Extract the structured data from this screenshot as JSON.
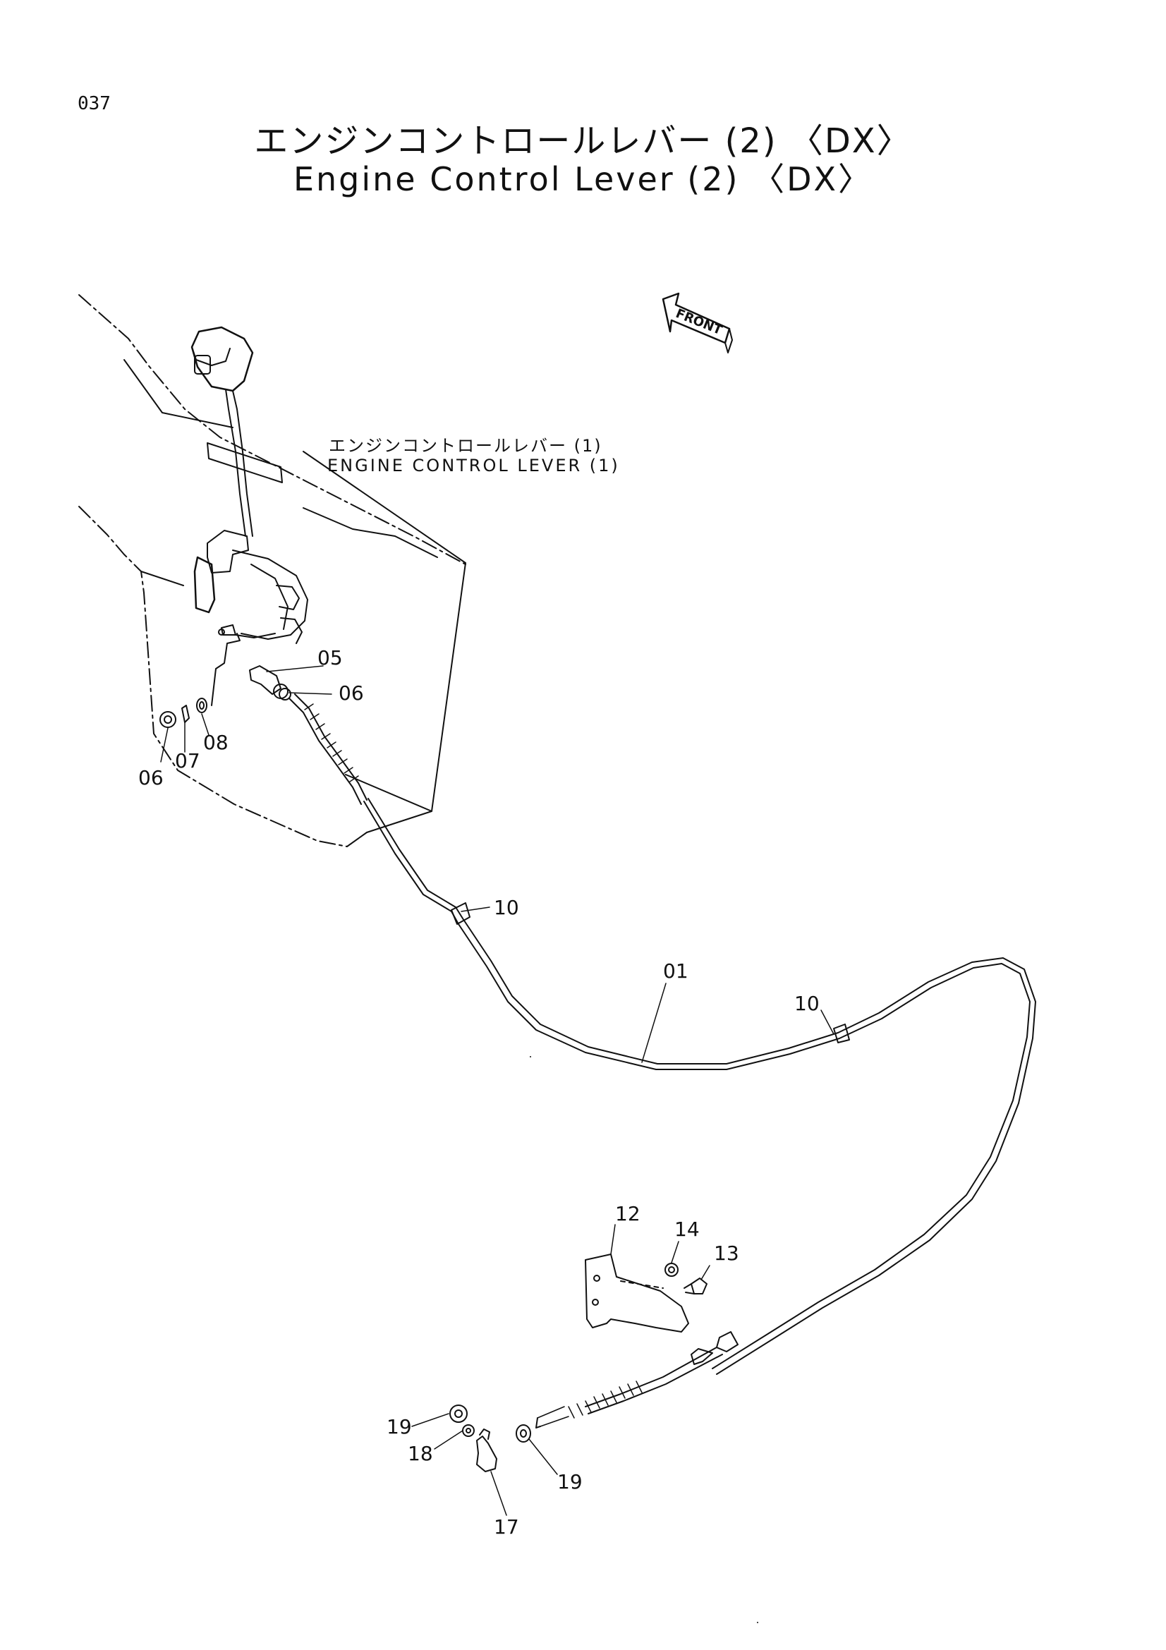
{
  "header": {
    "page_number": "037",
    "title_jp": "エンジンコントロールレバー (2) 〈DX〉",
    "title_en": "Engine Control Lever (2) 〈DX〉"
  },
  "reference": {
    "label_jp": "エンジンコントロールレバー (1)",
    "label_en": "ENGINE CONTROL LEVER (1)"
  },
  "front_arrow": {
    "label": "FRONT"
  },
  "parts": {
    "p05": "05",
    "p06a": "06",
    "p06b": "06",
    "p07": "07",
    "p08": "08",
    "p10a": "10",
    "p01": "01",
    "p10b": "10",
    "p12": "12",
    "p14": "14",
    "p13": "13",
    "p19a": "19",
    "p18": "18",
    "p17": "17",
    "p19b": "19"
  }
}
